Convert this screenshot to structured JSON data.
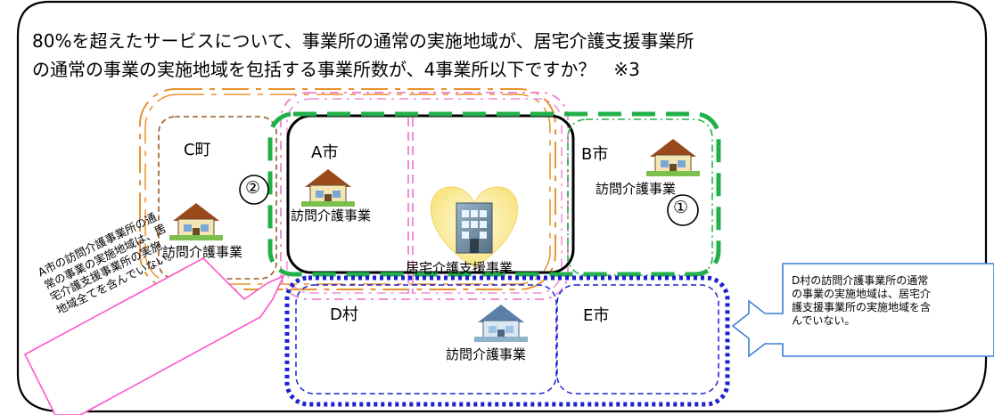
{
  "header": {
    "line1": "80%を超えたサービスについて、事業所の通常の実施地域が、居宅介護支援事業所",
    "line2": "の通常の事業の実施地域を包括する事業所数が、4事業所以下ですか？　※3"
  },
  "areas": {
    "c_town": "C町",
    "a_city": "A市",
    "b_city": "B市",
    "d_village": "D村",
    "e_city": "E市"
  },
  "offices": {
    "c_office": "訪問介護事業",
    "a_office": "訪問介護事業",
    "b_office": "訪問介護事業",
    "d_office": "訪問介護事業",
    "care_support": "居宅介護支援事業"
  },
  "markers": {
    "one": "①",
    "two": "②"
  },
  "callouts": {
    "left": {
      "line1": "A市の訪問介護事業所の通",
      "line2": "常の事業の実施地域は、居",
      "line3": "宅介護支援事業所の実施",
      "line4": "地域全てを含んでいない。"
    },
    "right": {
      "line1": "D村の訪問介護事業所の通常",
      "line2": "の事業の実施地域は、居宅介",
      "line3": "護支援事業所の実施地域を含",
      "line4": "んでいない。"
    }
  },
  "colors": {
    "green": "#22b04a",
    "blue": "#1f1fd1",
    "orange": "#e8922e",
    "pink": "#ee8fd6",
    "brown": "#9a5a24",
    "callout_pink": "#ff55cc",
    "callout_blue": "#3a7fd5"
  }
}
